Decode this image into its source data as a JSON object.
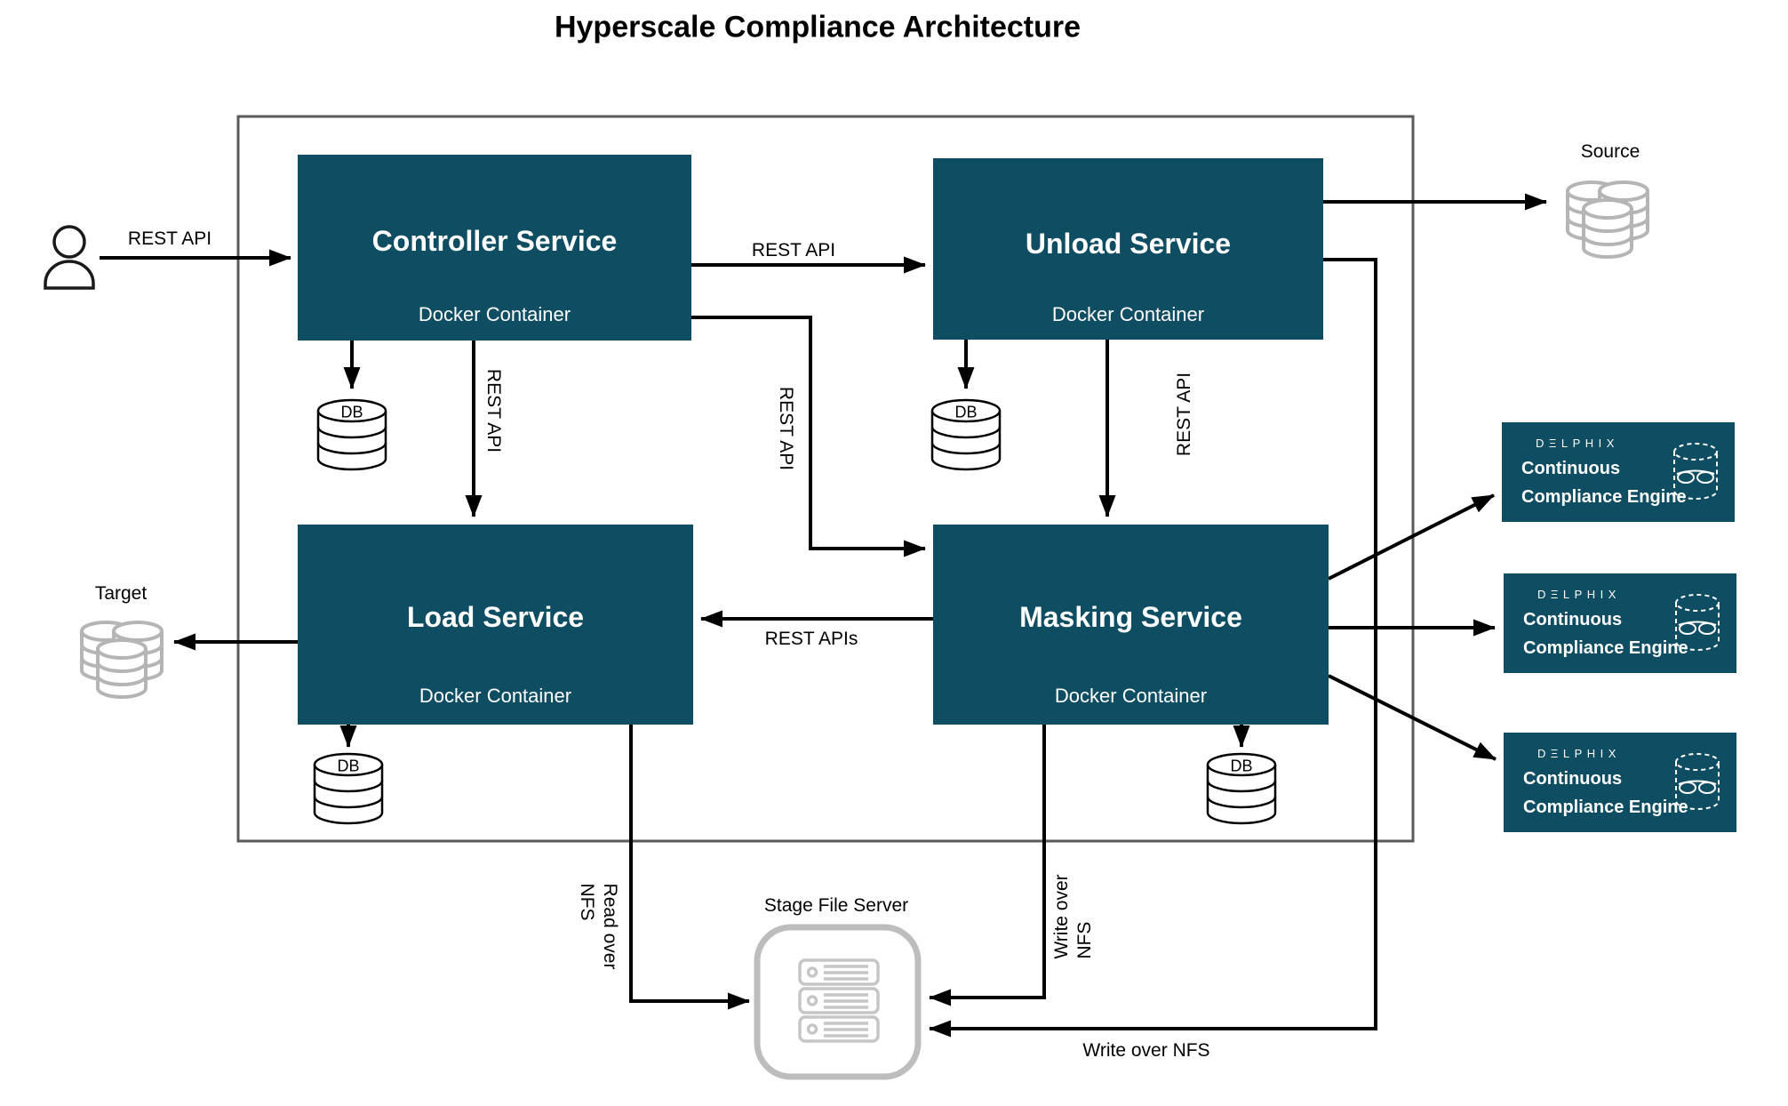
{
  "title": "Hyperscale Compliance Architecture",
  "colors": {
    "service_fill": "#0e4d62",
    "icon_gray": "#b5b5b5",
    "outer_border": "#5a5a5a",
    "line_black": "#000000"
  },
  "services": {
    "controller": {
      "name": "Controller Service",
      "subtitle": "Docker Container"
    },
    "unload": {
      "name": "Unload Service",
      "subtitle": "Docker Container"
    },
    "load": {
      "name": "Load Service",
      "subtitle": "Docker Container"
    },
    "masking": {
      "name": "Masking Service",
      "subtitle": "Docker Container"
    }
  },
  "engines": [
    {
      "logo": "DΞLPHIX",
      "line1": "Continuous",
      "line2": "Compliance Engine"
    },
    {
      "logo": "DΞLPHIX",
      "line1": "Continuous",
      "line2": "Compliance Engine"
    },
    {
      "logo": "DΞLPHIX",
      "line1": "Continuous",
      "line2": "Compliance Engine"
    }
  ],
  "db_badges": [
    "DB",
    "DB",
    "DB",
    "DB"
  ],
  "labels": {
    "user_to_controller": "REST API",
    "controller_to_unload": "REST API",
    "controller_to_load": "REST API",
    "controller_to_masking": "REST API",
    "unload_to_masking": "REST API",
    "masking_to_load": "REST APIs",
    "load_to_stage": "Read over\nNFS",
    "masking_to_stage": "Write over\nNFS",
    "unload_to_stage": "Write over NFS",
    "source": "Source",
    "target": "Target",
    "stage_file_server": "Stage File Server"
  }
}
